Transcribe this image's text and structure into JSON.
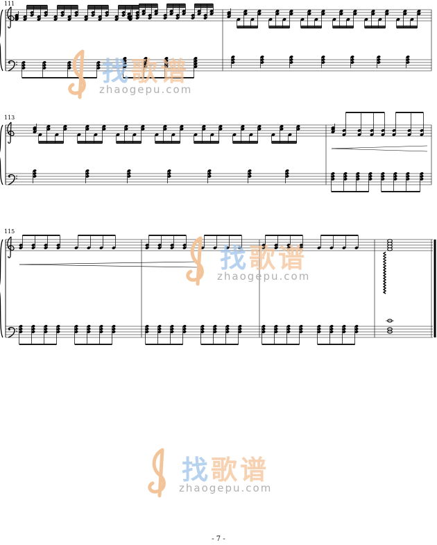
{
  "page": {
    "number": "- 7 -"
  },
  "systems": [
    {
      "measure_number": "111",
      "clef_top": "treble",
      "clef_bottom": "bass"
    },
    {
      "measure_number": "113",
      "clef_top": "treble",
      "clef_bottom": "bass"
    },
    {
      "measure_number": "115",
      "clef_top": "treble",
      "clef_bottom": "bass"
    }
  ],
  "watermark": {
    "site_chars": [
      "找",
      "歌",
      "谱"
    ],
    "site_url": "zhaogepu.com",
    "logo_icon": "treble-clef-logo-icon",
    "colors": {
      "blue": "#9ec3ea",
      "orange": "#f3c49a"
    }
  }
}
